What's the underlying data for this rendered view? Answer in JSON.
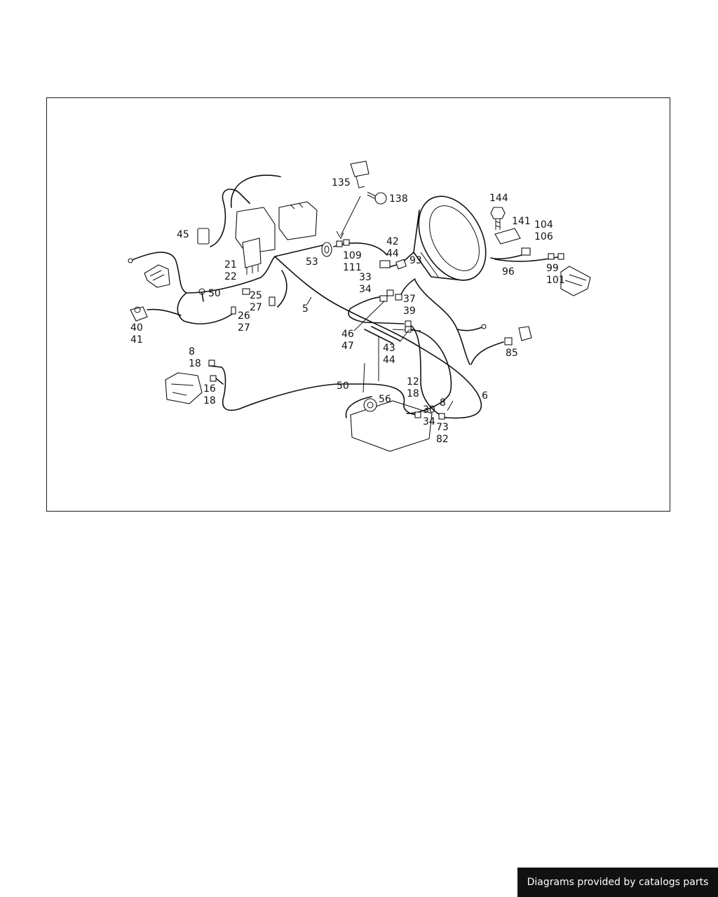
{
  "footer": {
    "credit": "Diagrams provided by catalogs parts"
  },
  "callouts": {
    "c135": "135",
    "c138": "138",
    "c45": "45",
    "c2122": "21\n22",
    "c53": "53",
    "c109111": "109\n111",
    "c4244a": "42\n44",
    "c3334a": "33\n34",
    "c93": "93",
    "c144": "144",
    "c141": "141",
    "c104106": "104\n106",
    "c96": "96",
    "c99101": "99\n101",
    "c50a": "50",
    "c2527": "25\n27",
    "c2627": "26\n27",
    "c5": "5",
    "c4041": "40\n41",
    "c3739": "37\n39",
    "c4647": "46\n47",
    "c4344": "43\n44",
    "c818a": "8\n18",
    "c1618": "16\n18",
    "c50b": "50",
    "c1218": "12\n18",
    "c56": "56",
    "c8": "8",
    "c30": "30",
    "c34": "34",
    "c7382": "73\n82",
    "c6": "6",
    "c85": "85"
  }
}
